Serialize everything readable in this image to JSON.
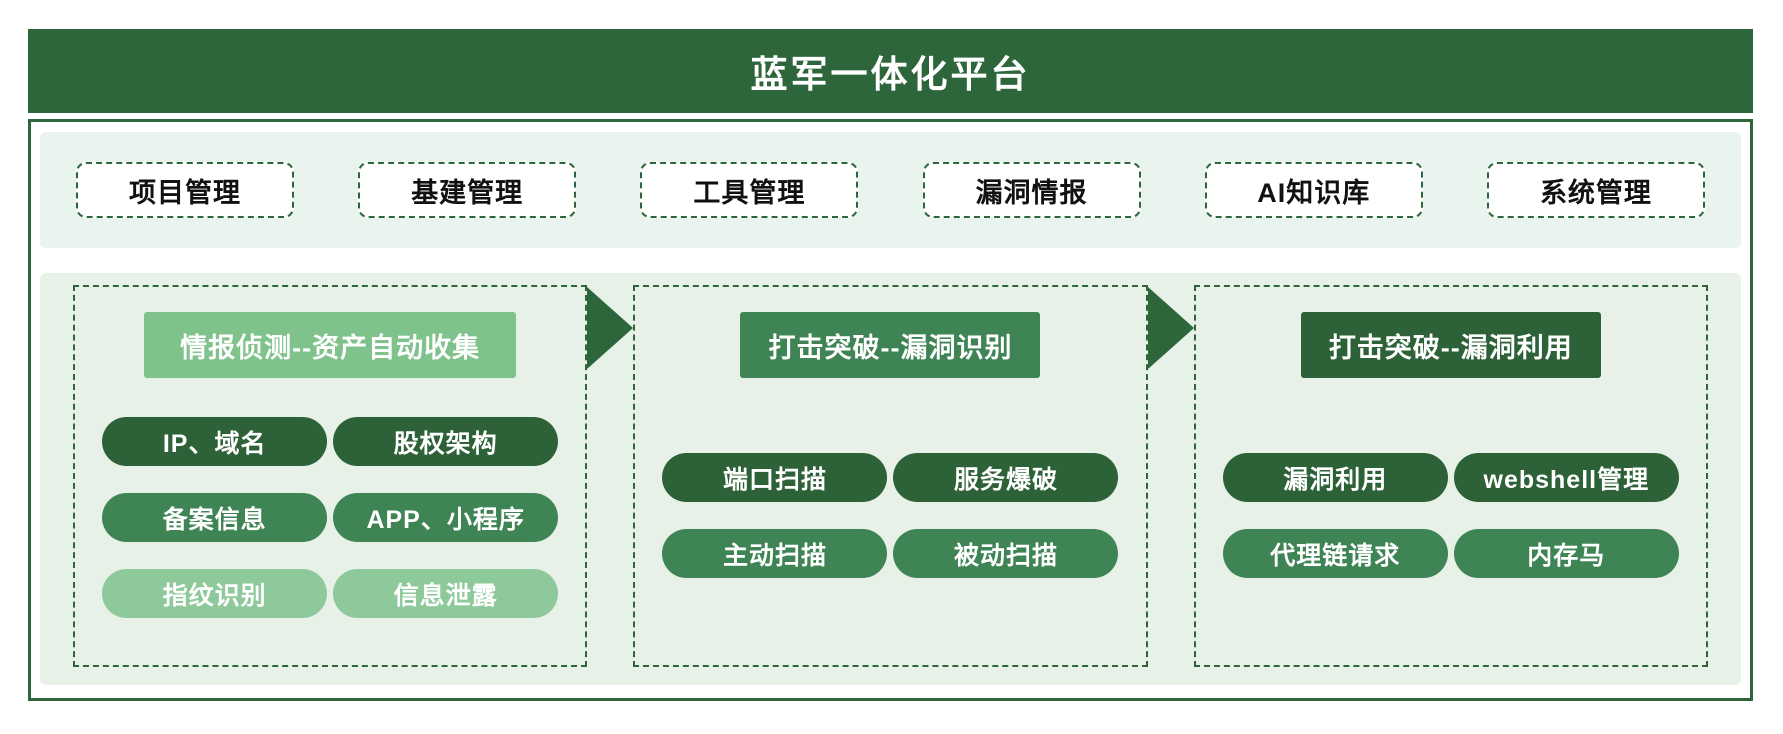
{
  "title": "蓝军一体化平台",
  "colors": {
    "dark": "#2e663b",
    "dark_deep": "#2d6137",
    "medium": "#3e8454",
    "light": "#7fc28c",
    "pill_light": "#8ec99b",
    "band_top_bg": "#e9f4ef",
    "band_bottom_bg": "#e7f1e7",
    "banner_text": "#ffffff",
    "chip_text": "#111111"
  },
  "modules": [
    "项目管理",
    "基建管理",
    "工具管理",
    "漏洞情报",
    "AI知识库",
    "系统管理"
  ],
  "panels": [
    {
      "header": "情报侦测--资产自动收集",
      "header_tier": "light",
      "pills": [
        [
          {
            "label": "IP、域名",
            "tier": "dark"
          },
          {
            "label": "股权架构",
            "tier": "dark"
          }
        ],
        [
          {
            "label": "备案信息",
            "tier": "medium"
          },
          {
            "label": "APP、小程序",
            "tier": "medium"
          }
        ],
        [
          {
            "label": "指纹识别",
            "tier": "light"
          },
          {
            "label": "信息泄露",
            "tier": "light"
          }
        ]
      ]
    },
    {
      "header": "打击突破--漏洞识别",
      "header_tier": "medium",
      "pills": [
        [
          {
            "label": "端口扫描",
            "tier": "dark"
          },
          {
            "label": "服务爆破",
            "tier": "dark"
          }
        ],
        [
          {
            "label": "主动扫描",
            "tier": "medium"
          },
          {
            "label": "被动扫描",
            "tier": "medium"
          }
        ]
      ]
    },
    {
      "header": "打击突破--漏洞利用",
      "header_tier": "dark",
      "pills": [
        [
          {
            "label": "漏洞利用",
            "tier": "dark"
          },
          {
            "label": "webshell管理",
            "tier": "dark"
          }
        ],
        [
          {
            "label": "代理链请求",
            "tier": "medium"
          },
          {
            "label": "内存马",
            "tier": "medium"
          }
        ]
      ]
    }
  ]
}
